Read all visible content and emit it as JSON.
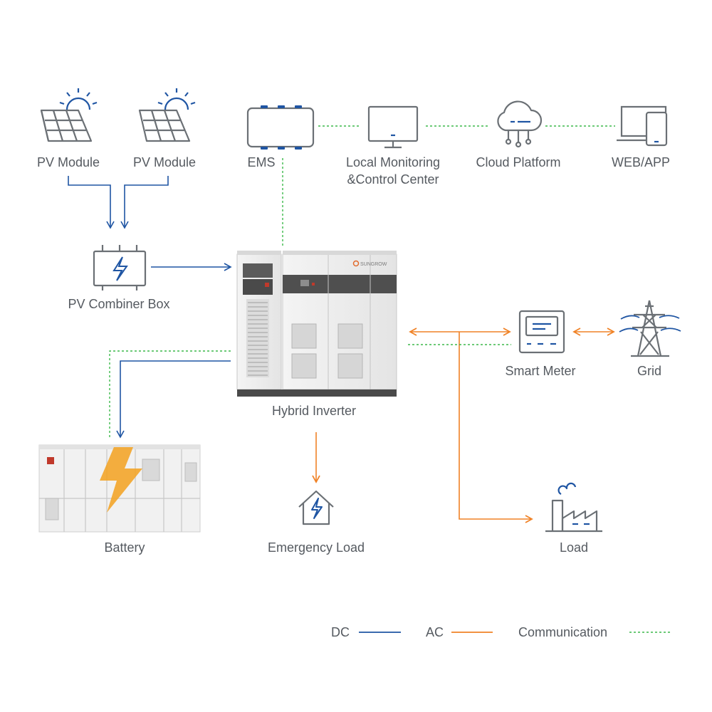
{
  "nodes": {
    "pv_module_1": "PV Module",
    "pv_module_2": "PV Module",
    "ems": "EMS",
    "local_monitoring_line1": "Local Monitoring",
    "local_monitoring_line2": "&Control Center",
    "cloud_platform": "Cloud Platform",
    "web_app": "WEB/APP",
    "pv_combiner_box": "PV Combiner Box",
    "hybrid_inverter": "Hybrid Inverter",
    "smart_meter": "Smart Meter",
    "grid": "Grid",
    "battery": "Battery",
    "emergency_load": "Emergency Load",
    "load": "Load",
    "inverter_brand": "SUNGROW"
  },
  "legend": {
    "dc": "DC",
    "ac": "AC",
    "communication": "Communication"
  },
  "colors": {
    "dc": "#1f55a3",
    "ac": "#f08226",
    "communication": "#3cb94a",
    "icon_stroke": "#6b7075",
    "icon_accent": "#1f55a3",
    "battery_bolt": "#f3a11f",
    "text": "#555a60"
  }
}
